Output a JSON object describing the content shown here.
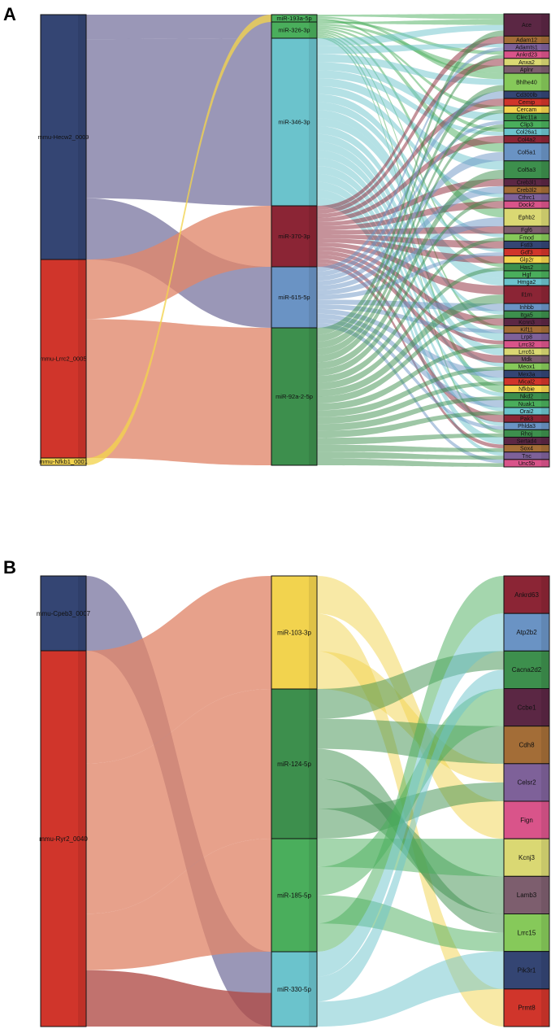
{
  "panels": [
    {
      "letter": "A",
      "nodes": {
        "circ": [
          {
            "label": "mmu-Hecw2_0009",
            "color": "#344573"
          },
          {
            "label": "mmu-Lrrc2_0005",
            "color": "#D0352B"
          },
          {
            "label": "mmu-Nfkb1_0001",
            "color": "#F2D34E"
          }
        ],
        "mir": [
          {
            "label": "miR-193a-5p",
            "color": "#4AAE5C"
          },
          {
            "label": "miR-326-3p",
            "color": "#4AAE5C"
          },
          {
            "label": "miR-346-3p",
            "color": "#6BC3CC"
          },
          {
            "label": "miR-370-3p",
            "color": "#8B2535"
          },
          {
            "label": "miR-615-5p",
            "color": "#6A93C4"
          },
          {
            "label": "miR-92a-2-5p",
            "color": "#3D8F4D"
          }
        ],
        "gene": [
          {
            "label": "Ace",
            "color": "#5B2744"
          },
          {
            "label": "Adam12",
            "color": "#A36D37"
          },
          {
            "label": "Adamts1",
            "color": "#7E6199"
          },
          {
            "label": "Ankrd23",
            "color": "#D9548A"
          },
          {
            "label": "Anxa2",
            "color": "#DAD873"
          },
          {
            "label": "Aplnr",
            "color": "#7D5E6E"
          },
          {
            "label": "Bhlhe40",
            "color": "#86C95A"
          },
          {
            "label": "Cd300lb",
            "color": "#344573"
          },
          {
            "label": "Cemip",
            "color": "#D0352B"
          },
          {
            "label": "Cercam",
            "color": "#F2D34E"
          },
          {
            "label": "Clec11a",
            "color": "#3D8F4D"
          },
          {
            "label": "Clip3",
            "color": "#4AAE5C"
          },
          {
            "label": "Col26a1",
            "color": "#6BC3CC"
          },
          {
            "label": "Col4a2",
            "color": "#8B2535"
          },
          {
            "label": "Col5a1",
            "color": "#6A93C4"
          },
          {
            "label": "Col5a3",
            "color": "#3D8F4D"
          },
          {
            "label": "Creb3l1",
            "color": "#5B2744"
          },
          {
            "label": "Creb3l2",
            "color": "#A36D37"
          },
          {
            "label": "Cthrc1",
            "color": "#7E6199"
          },
          {
            "label": "Dock2",
            "color": "#D9548A"
          },
          {
            "label": "Ephb2",
            "color": "#DAD873"
          },
          {
            "label": "Fgf6",
            "color": "#7D5E6E"
          },
          {
            "label": "Fmod",
            "color": "#86C95A"
          },
          {
            "label": "Fstl3",
            "color": "#344573"
          },
          {
            "label": "Gdf3",
            "color": "#D0352B"
          },
          {
            "label": "Glp2r",
            "color": "#F2D34E"
          },
          {
            "label": "Has2",
            "color": "#3D8F4D"
          },
          {
            "label": "Hgf",
            "color": "#4AAE5C"
          },
          {
            "label": "Hmga2",
            "color": "#6BC3CC"
          },
          {
            "label": "Il1rn",
            "color": "#8B2535"
          },
          {
            "label": "Inhbb",
            "color": "#6A93C4"
          },
          {
            "label": "Itga5",
            "color": "#3D8F4D"
          },
          {
            "label": "Kcnn3",
            "color": "#5B2744"
          },
          {
            "label": "Kif11",
            "color": "#A36D37"
          },
          {
            "label": "Lrp8",
            "color": "#7E6199"
          },
          {
            "label": "Lrrc32",
            "color": "#D9548A"
          },
          {
            "label": "Lrrc61",
            "color": "#DAD873"
          },
          {
            "label": "Mdk",
            "color": "#7D5E6E"
          },
          {
            "label": "Meox1",
            "color": "#86C95A"
          },
          {
            "label": "Mex3a",
            "color": "#344573"
          },
          {
            "label": "Mical2",
            "color": "#D0352B"
          },
          {
            "label": "Nfkbie",
            "color": "#F2D34E"
          },
          {
            "label": "Nkd2",
            "color": "#3D8F4D"
          },
          {
            "label": "Nuak1",
            "color": "#4AAE5C"
          },
          {
            "label": "Orai2",
            "color": "#6BC3CC"
          },
          {
            "label": "Pak3",
            "color": "#8B2535"
          },
          {
            "label": "Phlda3",
            "color": "#6A93C4"
          },
          {
            "label": "Rhoj",
            "color": "#3D8F4D"
          },
          {
            "label": "Sertad4",
            "color": "#5B2744"
          },
          {
            "label": "Sox4",
            "color": "#A36D37"
          },
          {
            "label": "Tnc",
            "color": "#7E6199"
          },
          {
            "label": "Unc5b",
            "color": "#D9548A"
          }
        ]
      }
    },
    {
      "letter": "B",
      "nodes": {
        "circ": [
          {
            "label": "mmu-Cpeb3_0007",
            "color": "#344573"
          },
          {
            "label": "mmu-Ryr2_0040",
            "color": "#D0352B"
          }
        ],
        "mir": [
          {
            "label": "miR-103-3p",
            "color": "#F2D34E"
          },
          {
            "label": "miR-124-5p",
            "color": "#3D8F4D"
          },
          {
            "label": "miR-185-5p",
            "color": "#4AAE5C"
          },
          {
            "label": "miR-330-5p",
            "color": "#6BC3CC"
          }
        ],
        "gene": [
          {
            "label": "Ankrd63",
            "color": "#8B2535"
          },
          {
            "label": "Atp2b2",
            "color": "#6A93C4"
          },
          {
            "label": "Cacna2d2",
            "color": "#3D8F4D"
          },
          {
            "label": "Ccbe1",
            "color": "#5B2744"
          },
          {
            "label": "Cdh8",
            "color": "#A36D37"
          },
          {
            "label": "Celsr2",
            "color": "#7E6199"
          },
          {
            "label": "Fign",
            "color": "#D9548A"
          },
          {
            "label": "Kcnj3",
            "color": "#DAD873"
          },
          {
            "label": "Lamb3",
            "color": "#7D5E6E"
          },
          {
            "label": "Lrrc15",
            "color": "#86C95A"
          },
          {
            "label": "Pik3r1",
            "color": "#344573"
          },
          {
            "label": "Prmt8",
            "color": "#D0352B"
          }
        ]
      }
    }
  ]
}
